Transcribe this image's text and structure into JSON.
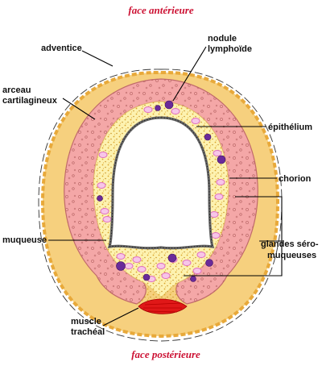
{
  "diagram": {
    "face_top": "face antérieure",
    "face_bottom": "face postérieure",
    "labels": {
      "adventice": "adventice",
      "arceau_1": "arceau",
      "arceau_2": "cartilagineux",
      "nodule_1": "nodule",
      "nodule_2": "lymphoïde",
      "epithelium": "épithélium",
      "chorion": "chorion",
      "muqueuse": "muqueuse",
      "glandes_1": "glandes séro-",
      "glandes_2": "muqueuses",
      "muscle_1": "muscle",
      "muscle_2": "trachéal"
    },
    "colors": {
      "face_text": "#cc1133",
      "cartilage": "#f4a7a7",
      "cartilage_outline": "#c06a6a",
      "adventice": "#e8a93a",
      "chorion": "#fdf2b0",
      "chorion_dots": "#d9a42a",
      "gland": "#e06fc0",
      "nodule": "#6a2a9a",
      "muscle": "#e01818",
      "epithelium": "#555555"
    }
  }
}
